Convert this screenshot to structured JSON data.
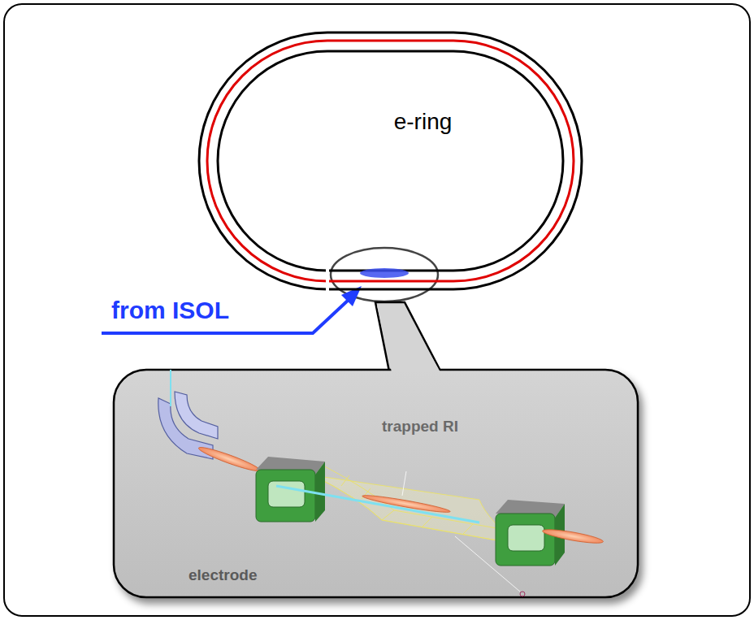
{
  "diagram": {
    "nodes": [
      {
        "text": [
          "e-ring"
        ]
      }
    ],
    "labels": [
      "from ISOL",
      "trapped RI",
      "electrode"
    ]
  }
}
